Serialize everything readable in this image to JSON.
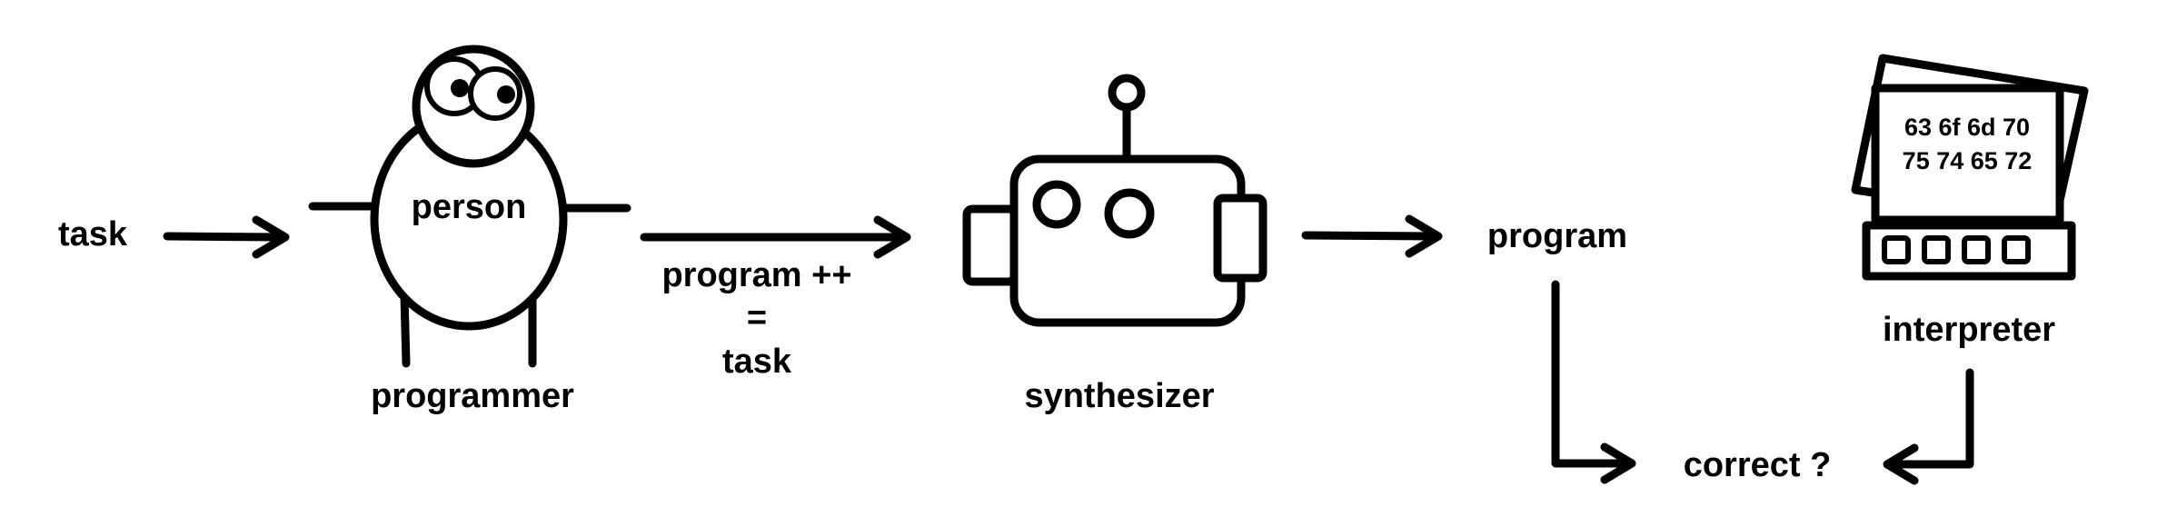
{
  "labels": {
    "task": "task",
    "person": "person",
    "programmer": "programmer",
    "spec_line1": "program ++",
    "spec_line2": "=",
    "spec_line3": "task",
    "synthesizer": "synthesizer",
    "program": "program",
    "interpreter": "interpreter",
    "correct": "correct ?"
  },
  "screen_hex": {
    "line1": "63 6f 6d 70",
    "line2": "75 74 65 72"
  },
  "icons": {
    "person": "programmer-figure-icon",
    "robot": "robot-synthesizer-icon",
    "computer": "computer-interpreter-icon"
  },
  "colors": {
    "stroke": "#000000",
    "background": "#ffffff"
  }
}
